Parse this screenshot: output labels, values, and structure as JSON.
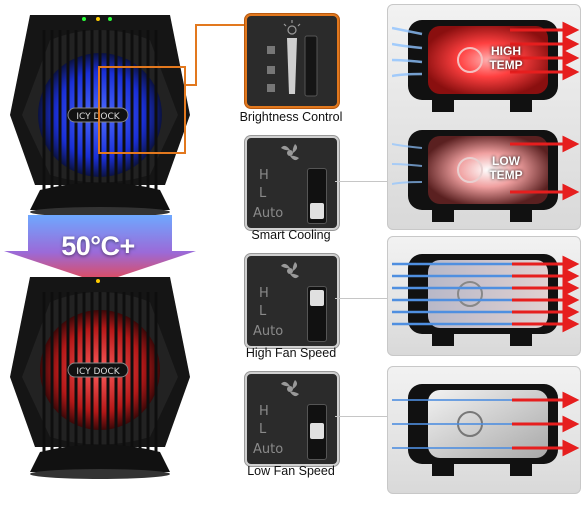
{
  "banner": {
    "temperature": "50°C+"
  },
  "brand": {
    "logo_text": "ICY DOCK"
  },
  "modes": [
    {
      "label": "Brightness Control"
    },
    {
      "label": "Smart Cooling"
    },
    {
      "label": "High Fan Speed"
    },
    {
      "label": "Low Fan Speed"
    }
  ],
  "switch_labels": {
    "high": "H",
    "low": "L",
    "auto": "Auto"
  },
  "temps": {
    "high": "HIGH\nTEMP",
    "low": "LOW\nTEMP"
  },
  "colors": {
    "accent_orange": "#e2781e",
    "fan_blue": "#1f3dff",
    "fan_red": "#c81e1e",
    "arrow_red": "#e61e1e",
    "arrow_blue": "#8fc3ff"
  }
}
